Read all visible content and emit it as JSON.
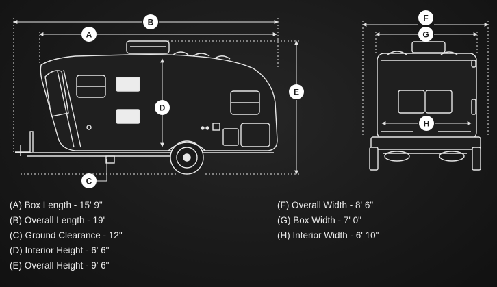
{
  "callouts": {
    "A": "A",
    "B": "B",
    "C": "C",
    "D": "D",
    "E": "E",
    "F": "F",
    "G": "G",
    "H": "H"
  },
  "legend_left": [
    "(A) Box Length - 15' 9\"",
    "(B) Overall Length - 19'",
    "(C) Ground Clearance - 12\"",
    "(D) Interior Height - 6' 6\"",
    "(E) Overall Height - 9' 6\""
  ],
  "legend_right": [
    "(F) Overall Width - 8' 6\"",
    "(G) Box Width - 7' 0\"",
    "(H) Interior Width - 6' 10\""
  ],
  "colors": {
    "background": "#1a1a1a",
    "linework": "#e6e6e6",
    "badge_fill": "#ffffff",
    "badge_text": "#1a1a1a"
  }
}
